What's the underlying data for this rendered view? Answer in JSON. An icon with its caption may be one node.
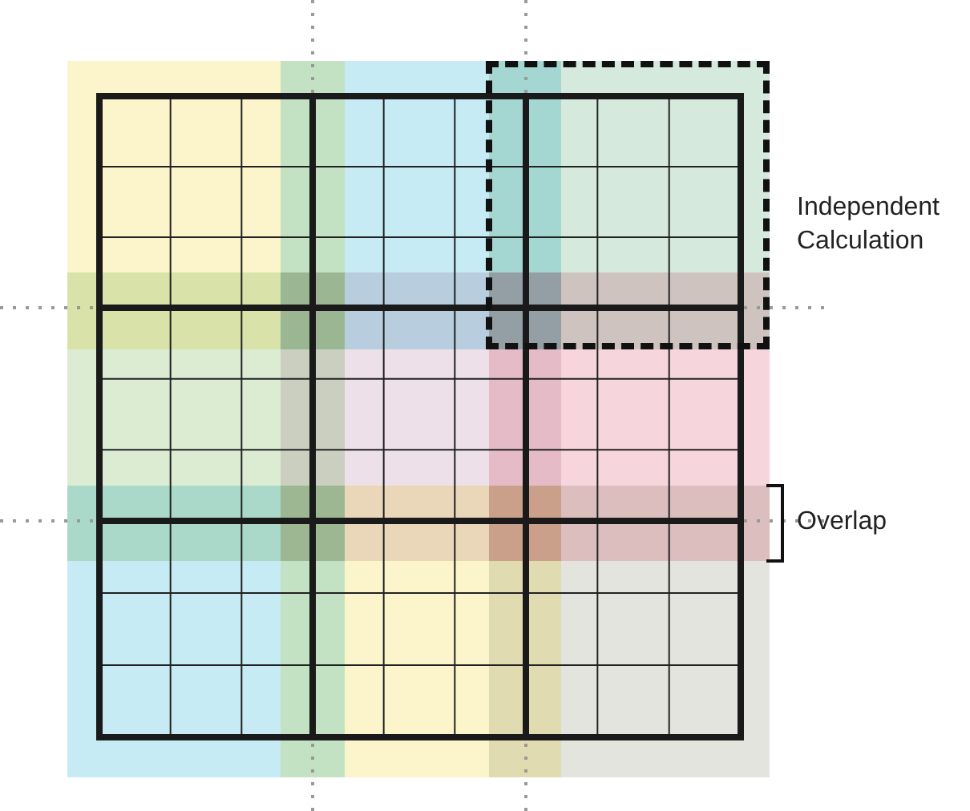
{
  "diagram": {
    "nodes": [
      {
        "text": [],
        "shape": "box",
        "beside": [
          "Independent Calculation"
        ]
      }
    ],
    "labels": [
      "Overlap"
    ]
  }
}
